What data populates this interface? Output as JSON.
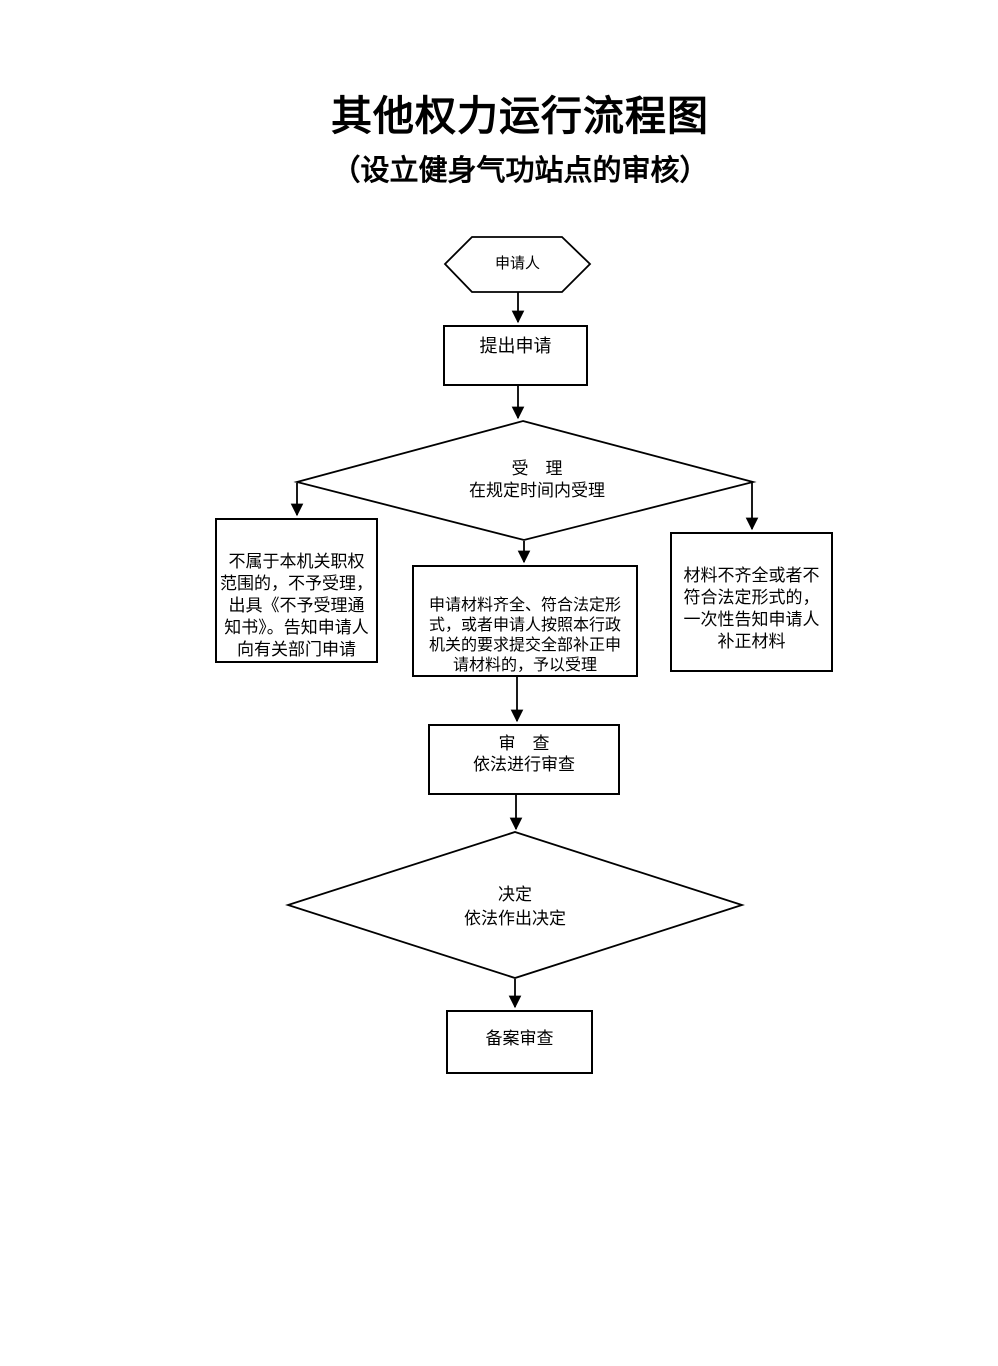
{
  "header": {
    "title": "其他权力运行流程图",
    "subtitle": "（设立健身气功站点的审核）"
  },
  "flowchart": {
    "applicant": {
      "label": "申请人"
    },
    "submit": {
      "label": "提出申请"
    },
    "acceptance": {
      "line1": "受　理",
      "line2": "在规定时间内受理"
    },
    "not_accepted": {
      "label": "不属于本机关职权\n范围的，不予受理，\n出具《不予受理通\n知书》。告知申请人\n向有关部门申请"
    },
    "accepted": {
      "label": "申请材料齐全、符合法定形\n式，或者申请人按照本行政\n机关的要求提交全部补正申\n请材料的，予以受理"
    },
    "incomplete": {
      "label": "材料不齐全或者不\n符合法定形式的，\n一次性告知申请人\n补正材料"
    },
    "review": {
      "line1": "审　查",
      "line2": "依法进行审查"
    },
    "decision": {
      "line1": "决定",
      "line2": "依法作出决定"
    },
    "record": {
      "label": "备案审查"
    }
  },
  "colors": {
    "line": "#000000",
    "text": "#000000",
    "background": "#ffffff"
  }
}
